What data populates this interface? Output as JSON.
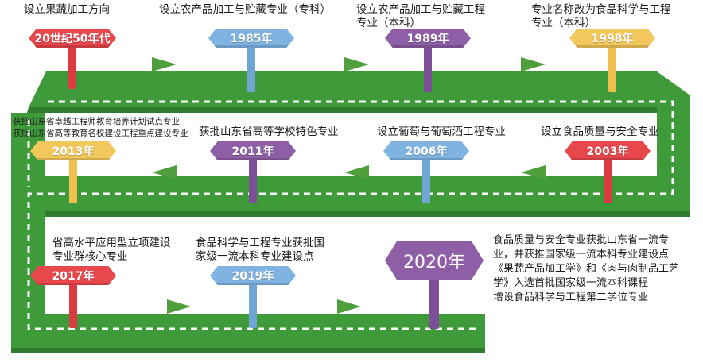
{
  "colors": {
    "road": "#3f9a3a",
    "road_dark": "#2f7d2c",
    "road_edge": "#7bbf62",
    "arrow": "#4f9f3c",
    "red": "#e8474c",
    "blue": "#7fb4e2",
    "purple": "#8e5ea7",
    "yellow": "#f2c75c",
    "post_red": "#d93b40",
    "post_blue": "#6fa6d6",
    "post_purple": "#7d4f99",
    "post_yellow": "#efc04e"
  },
  "milestones": [
    {
      "year": "20世纪50年代",
      "desc": [
        "设立果蔬加工方向"
      ],
      "color": "red"
    },
    {
      "year": "1985年",
      "desc": [
        "设立农产品加工与贮藏专业（专科）"
      ],
      "color": "blue"
    },
    {
      "year": "1989年",
      "desc": [
        "设立农产品加工与贮藏工程",
        "专业（本科）"
      ],
      "color": "purple"
    },
    {
      "year": "1998年",
      "desc": [
        "专业名称改为食品科学与工程",
        "专业（本科）"
      ],
      "color": "yellow"
    },
    {
      "year": "2003年",
      "desc": [
        "设立食品质量与安全专业"
      ],
      "color": "red"
    },
    {
      "year": "2006年",
      "desc": [
        "设立葡萄与葡萄酒工程专业"
      ],
      "color": "blue"
    },
    {
      "year": "2011年",
      "desc": [
        "获批山东省高等学校特色专业"
      ],
      "color": "purple"
    },
    {
      "year": "2013年",
      "desc": [
        "获批山东省卓越工程师教育培养计划试点专业",
        "获批山东省高等教育名校建设工程重点建设专业"
      ],
      "color": "yellow"
    },
    {
      "year": "2017年",
      "desc": [
        "省高水平应用型立项建设",
        "专业群核心专业"
      ],
      "color": "red"
    },
    {
      "year": "2019年",
      "desc": [
        "食品科学与工程专业获批国",
        "家级一流本科专业建设点"
      ],
      "color": "blue"
    },
    {
      "year": "2020年",
      "desc": [
        "食品质量与安全专业获批山东省一流专",
        "业，并获推国家级一流本科专业建设点",
        "《果蔬产品加工学》和《肉与肉制品工艺",
        "学》入选首批国家级一流本科课程",
        "增设食品科学与工程第二学位专业"
      ],
      "color": "purple"
    }
  ]
}
